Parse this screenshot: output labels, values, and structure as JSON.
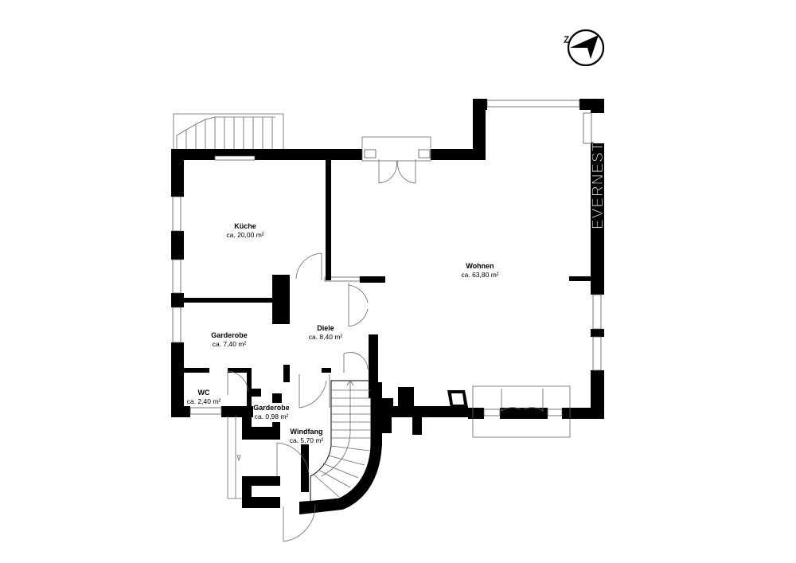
{
  "brand": "EVERNEST",
  "compass": {
    "icon": "north-arrow-icon"
  },
  "rooms": [
    {
      "key": "kueche",
      "name": "Küche",
      "area": "ca. 20,00 m²"
    },
    {
      "key": "wohnen",
      "name": "Wohnen",
      "area": "ca. 63,80 m²"
    },
    {
      "key": "garderobe1",
      "name": "Garderobe",
      "area": "ca. 7,40 m²"
    },
    {
      "key": "diele",
      "name": "Diele",
      "area": "ca. 8,40 m²"
    },
    {
      "key": "wc",
      "name": "WC",
      "area": "ca. 2,40 m²"
    },
    {
      "key": "garderobe2",
      "name": "Garderobe",
      "area": "ca. 0,98 m²"
    },
    {
      "key": "windfang",
      "name": "Windfang",
      "area": "ca. 5,70 m²"
    }
  ]
}
